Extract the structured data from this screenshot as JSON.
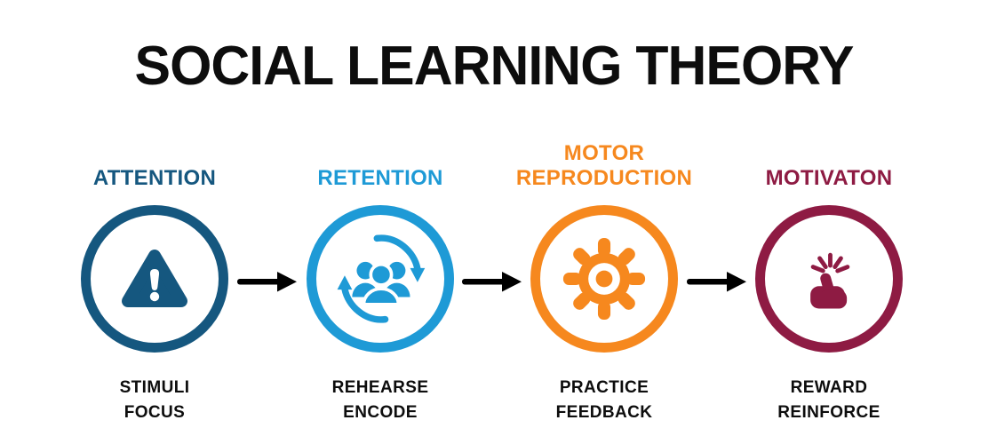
{
  "title": "SOCIAL LEARNING THEORY",
  "steps": [
    {
      "label": "ATTENTION",
      "color": "#15577F",
      "icon": "warning-icon",
      "sub": [
        "STIMULI",
        "FOCUS"
      ]
    },
    {
      "label": "RETENTION",
      "color": "#1E9AD6",
      "icon": "people-sync-icon",
      "sub": [
        "REHEARSE",
        "ENCODE"
      ]
    },
    {
      "label": "MOTOR REPRODUCTION",
      "color": "#F6881E",
      "icon": "gear-icon",
      "sub": [
        "PRACTICE",
        "FEEDBACK"
      ]
    },
    {
      "label": "MOTIVATON",
      "color": "#8E1B43",
      "icon": "thumbs-up-icon",
      "sub": [
        "REWARD",
        "REINFORCE"
      ]
    }
  ],
  "arrows": {
    "color": "#000000",
    "count": 3
  }
}
